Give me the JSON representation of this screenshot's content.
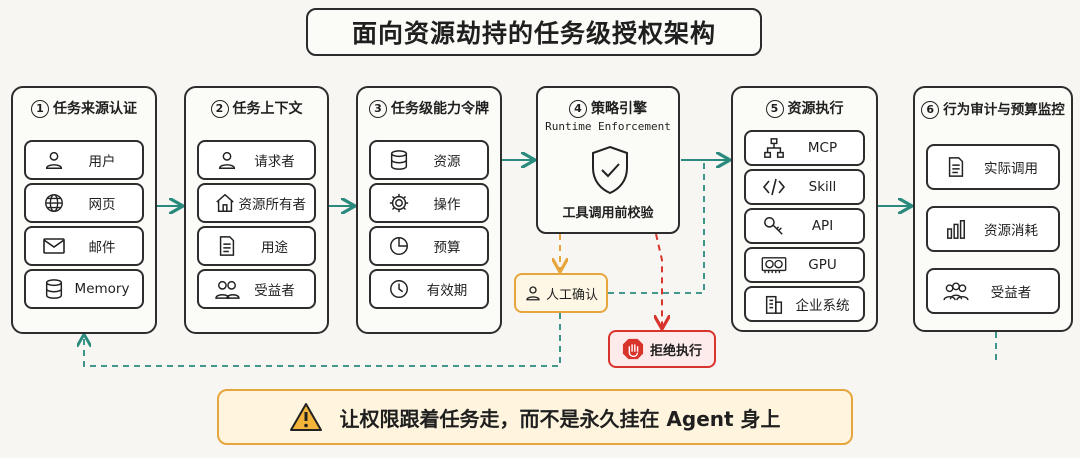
{
  "title": "面向资源劫持的任务级授权架构",
  "stages": [
    {
      "num": "1",
      "title": "任务来源认证",
      "items": [
        "用户",
        "网页",
        "邮件",
        "Memory"
      ]
    },
    {
      "num": "2",
      "title": "任务上下文",
      "items": [
        "请求者",
        "资源所有者",
        "用途",
        "受益者"
      ]
    },
    {
      "num": "3",
      "title": "任务级能力令牌",
      "items": [
        "资源",
        "操作",
        "预算",
        "有效期"
      ]
    },
    {
      "num": "5",
      "title": "资源执行",
      "items": [
        "MCP",
        "Skill",
        "API",
        "GPU",
        "企业系统"
      ]
    },
    {
      "num": "6",
      "title": "行为审计与预算监控",
      "items": [
        "实际调用",
        "资源消耗",
        "受益者"
      ]
    }
  ],
  "policy": {
    "num": "4",
    "title": "策略引擎",
    "subtitle": "Runtime Enforcement",
    "caption": "工具调用前校验"
  },
  "confirm": "人工确认",
  "reject": "拒绝执行",
  "banner": "让权限跟着任务走，而不是永久挂在 Agent 身上",
  "colors": {
    "flow": "#2a8a7e",
    "confirm": "#e7a63d",
    "reject": "#d8342c"
  }
}
